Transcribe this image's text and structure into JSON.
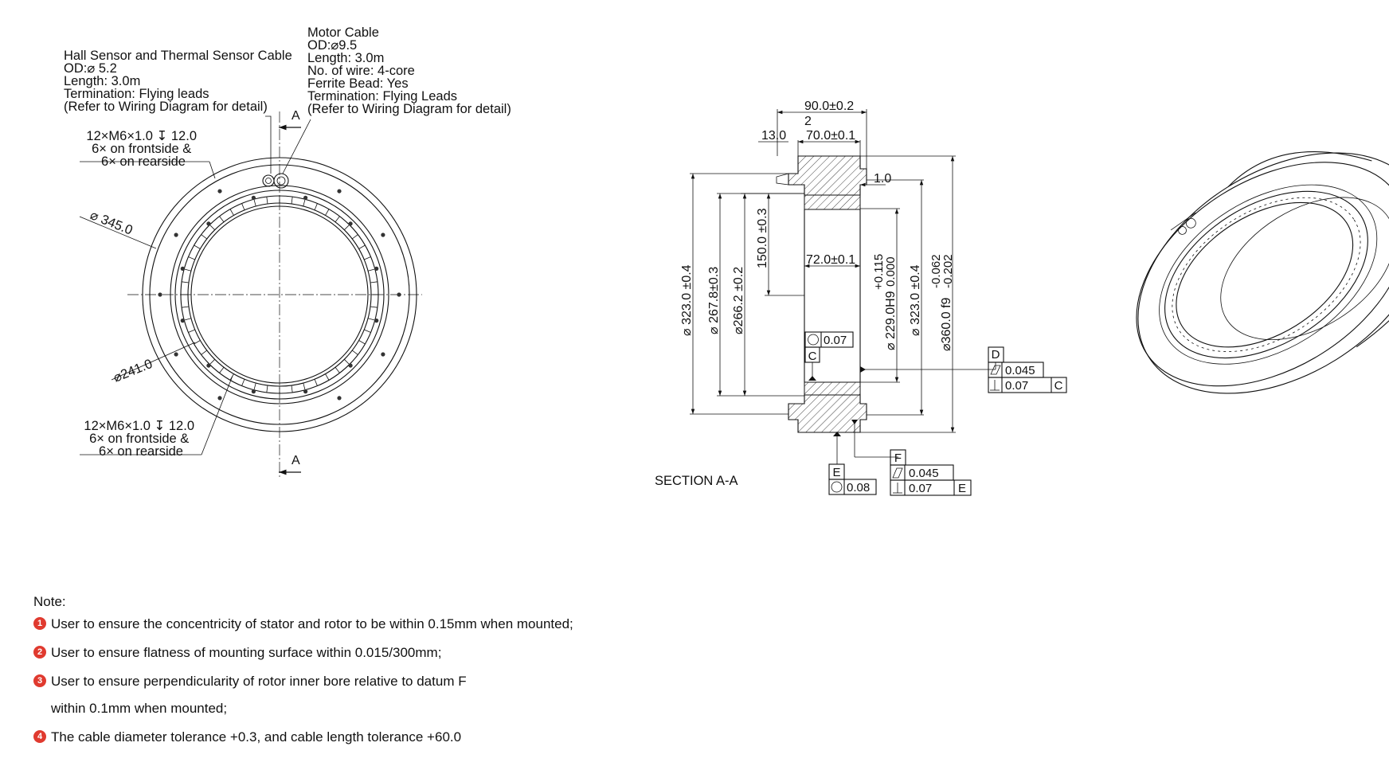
{
  "colors": {
    "bullet": "#e03a2f",
    "line": "#111111"
  },
  "front_view": {
    "hall_cable": {
      "title": "Hall Sensor and Thermal Sensor Cable",
      "od": "OD:⌀ 5.2",
      "length": "Length: 3.0m",
      "termination": "Termination: Flying leads",
      "refer": "(Refer to Wiring Diagram for detail)"
    },
    "motor_cable": {
      "title": "Motor Cable",
      "od": "OD:⌀9.5",
      "length": "Length: 3.0m",
      "wires": "No. of wire: 4-core",
      "ferrite": "Ferrite Bead: Yes",
      "termination": "Termination: Flying Leads",
      "refer": "(Refer to Wiring Diagram for detail)"
    },
    "hole_spec_top": {
      "line1": "12×M6×1.0 ↧ 12.0",
      "line2": "6× on frontside &",
      "line3": "6× on rearside"
    },
    "hole_spec_bottom": {
      "line1": "12×M6×1.0 ↧ 12.0",
      "line2": "6× on frontside &",
      "line3": "6× on rearside"
    },
    "dia_outer": "⌀ 345.0",
    "dia_inner": "⌀241.0",
    "section_mark_top": "A",
    "section_mark_bottom": "A"
  },
  "section_view": {
    "title": "SECTION A-A",
    "dim_90": "90.0±0.2",
    "dim_2": "2",
    "dim_13": "13.0",
    "dim_70": "70.0±0.1",
    "dim_1": "1.0",
    "dim_72": "72.0±0.1",
    "dim_150": "150.0 ±0.3",
    "dim_323_left": "⌀ 323.0 ±0.4",
    "dim_267": "⌀ 267.8±0.3",
    "dim_266": "⌀266.2 ±0.2",
    "dim_229": "⌀ 229.0H9",
    "tol_229_upper": "+0.115",
    "tol_229_lower": "0.000",
    "dim_323_right": "⌀ 323.0 ±0.4",
    "dim_360": "⌀360.0 f9",
    "tol_360_upper": "-0.062",
    "tol_360_lower": "-0.202",
    "fcf_round_c": "0.07",
    "datum_c": "C",
    "datum_d": "D",
    "fcf_d_flat": "0.045",
    "fcf_d_perp": "0.07",
    "fcf_d_perp_ref": "C",
    "datum_e": "E",
    "fcf_e_round": "0.08",
    "datum_f": "F",
    "fcf_f_flat": "0.045",
    "fcf_f_perp": "0.07",
    "fcf_f_perp_ref": "E"
  },
  "notes": {
    "title": "Note:",
    "items": [
      {
        "num": "1",
        "text": "User to ensure the concentricity of stator and rotor to be within 0.15mm when mounted;"
      },
      {
        "num": "2",
        "text": "User to ensure flatness of mounting surface within 0.015/300mm;"
      },
      {
        "num": "3",
        "text": "User to ensure perpendicularity of rotor inner bore relative to datum F",
        "cont": "within 0.1mm when mounted;"
      },
      {
        "num": "4",
        "text": "The cable diameter tolerance +0.3, and cable length tolerance +60.0"
      }
    ]
  }
}
